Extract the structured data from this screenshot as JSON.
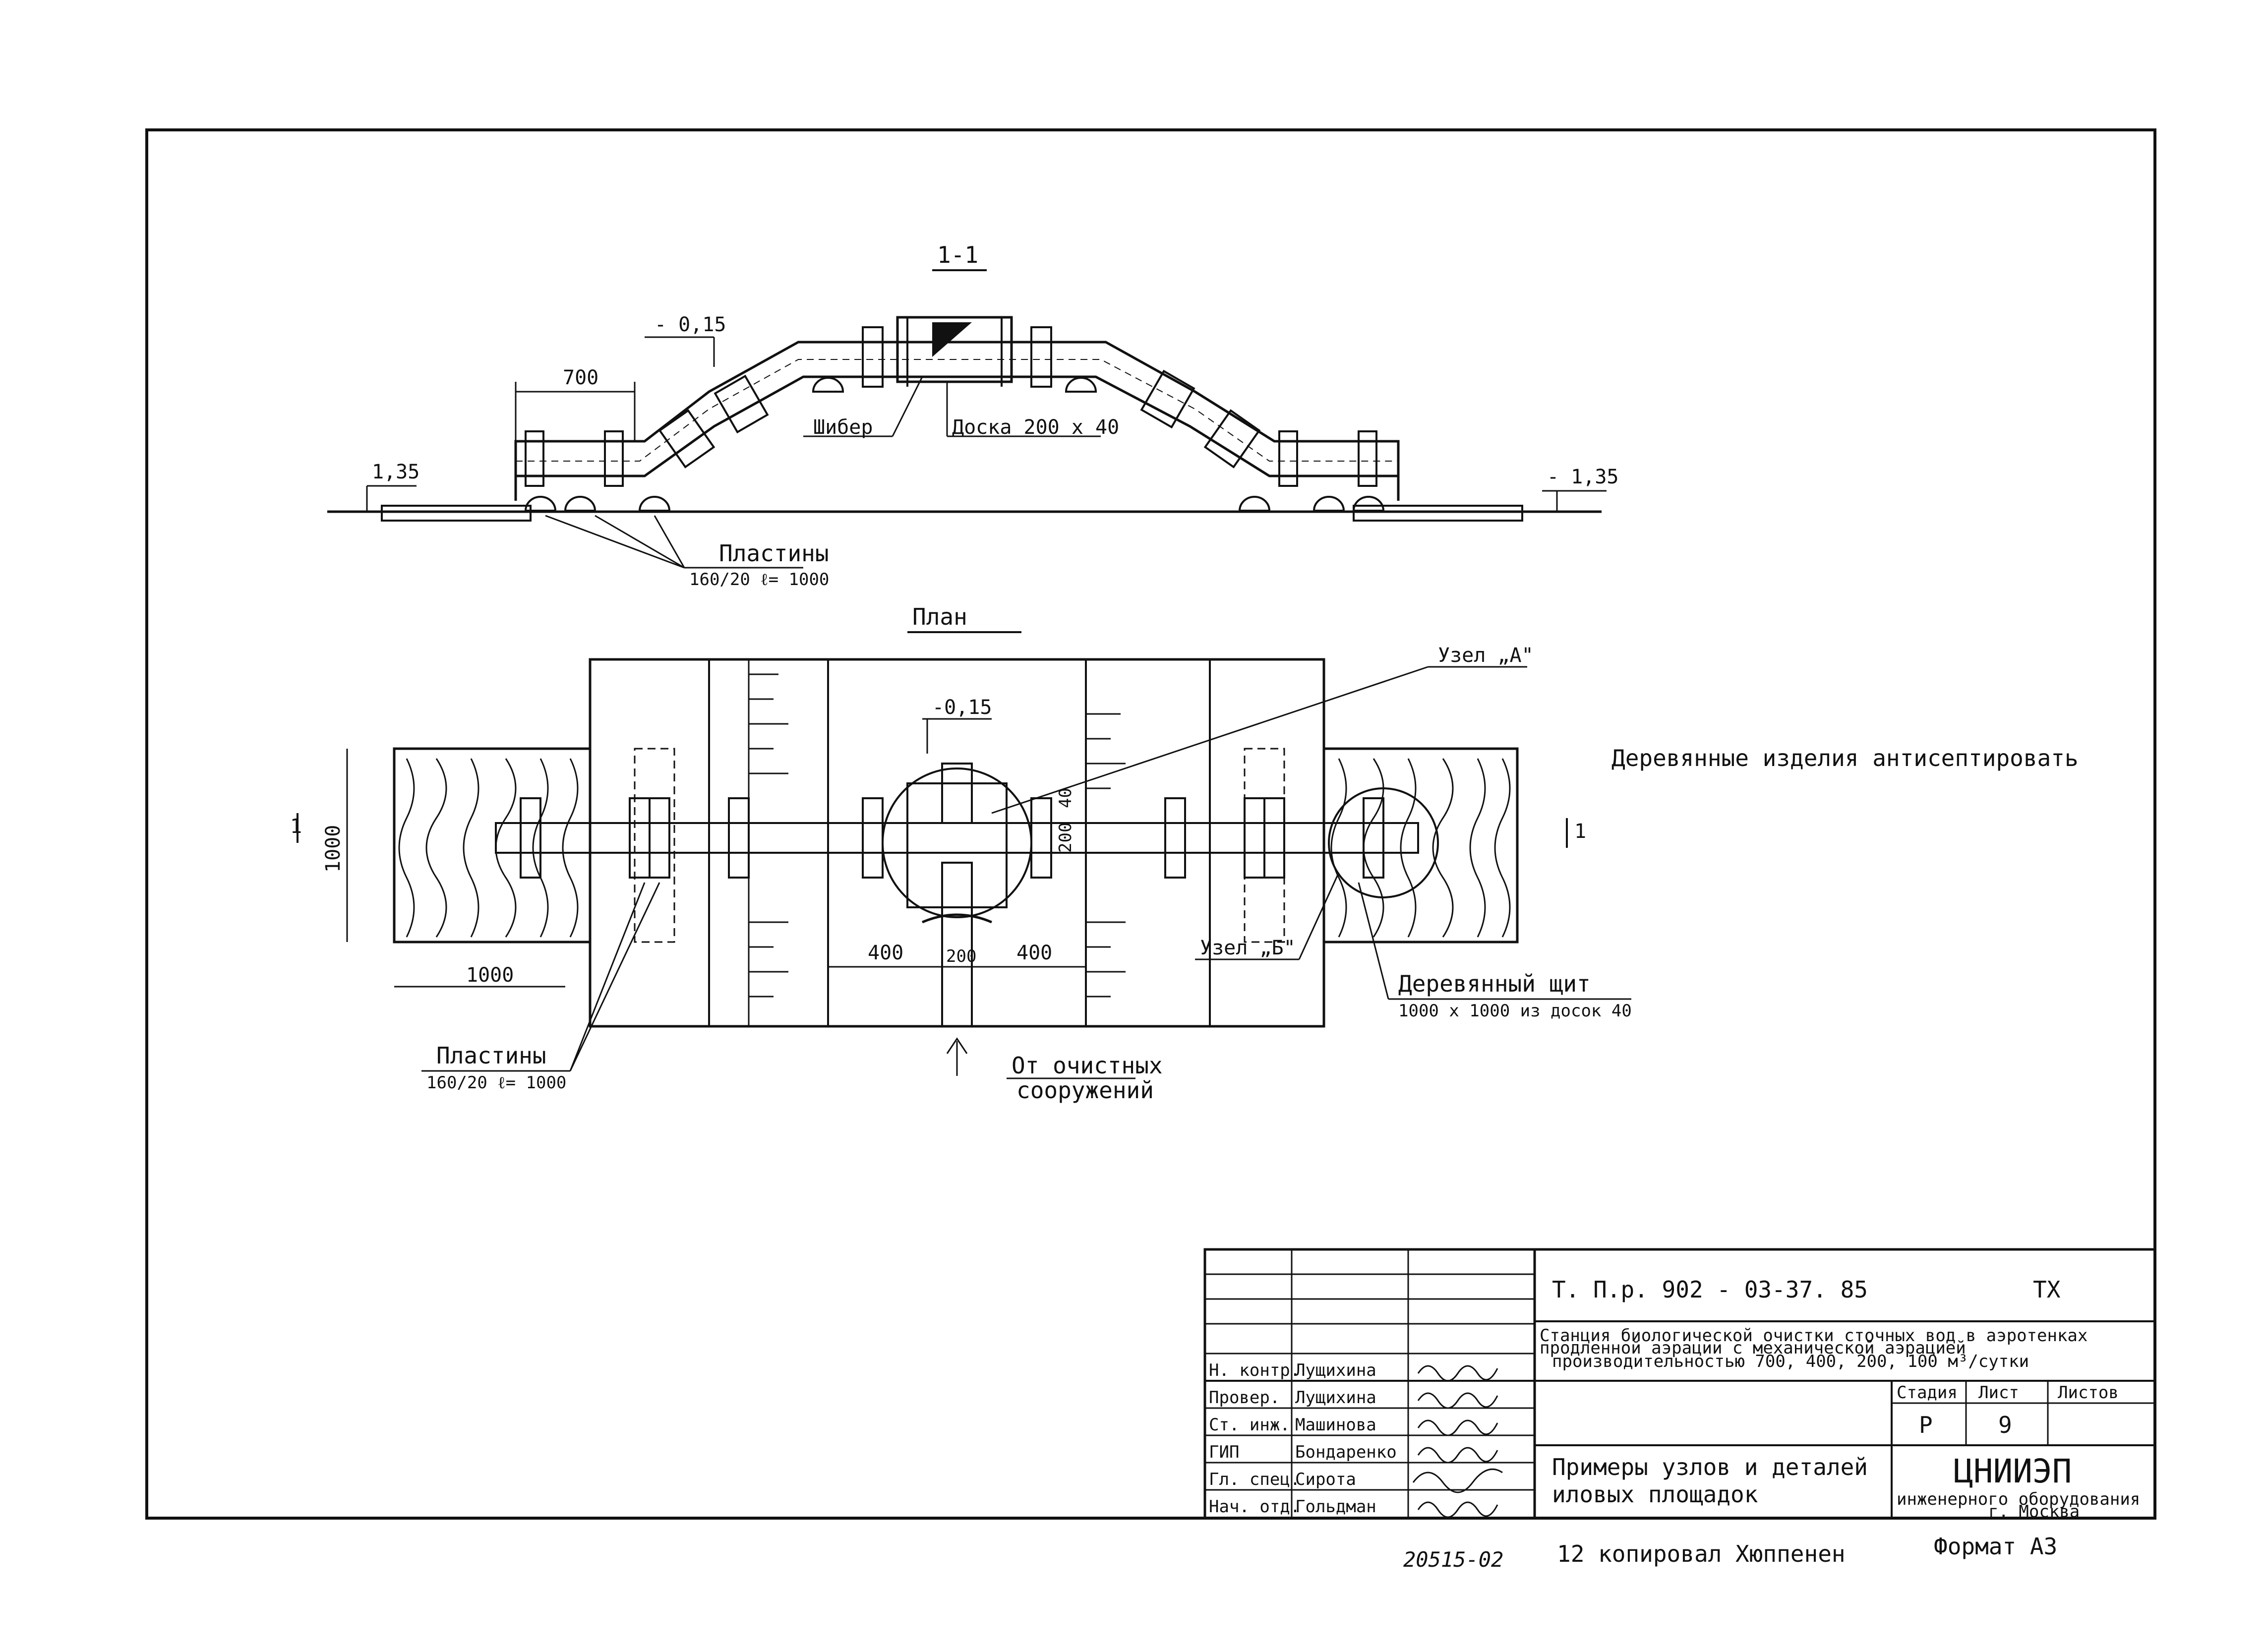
{
  "section": {
    "title": "1-1",
    "level_top": "- 0,15",
    "dim_700": "700",
    "level_left": "1,35",
    "level_right": "- 1,35",
    "shiber": "Шибер",
    "board": "Доска 200 x 40",
    "plates_label": "Пластины",
    "plates_spec": "160/20  ℓ= 1000"
  },
  "plan": {
    "title": "План",
    "level": "-0,15",
    "node_a": "Узел „А\"",
    "node_b": "Узел „Б\"",
    "dim_1000": "1000",
    "dim_1000v": "1000",
    "dim_400_left": "400",
    "dim_400_right": "400",
    "dim_200": "200",
    "dim_200v": "200",
    "dim_40": "40",
    "cut_mark_left": "1",
    "cut_mark_right": "1",
    "wood_shield": "Деревянный щит",
    "wood_shield_spec": "1000 x 1000 из досок 40",
    "plates_label": "Пластины",
    "plates_spec": "160/20  ℓ= 1000",
    "from_label_1": "От очистных",
    "from_label_2": "сооружений"
  },
  "note": "Деревянные изделия антисептировать",
  "title_block": {
    "doc_code": "Т. П.р. 902 - 03-37. 85",
    "mark": "ТХ",
    "description_1": "Станция биологической очистки сточных вод в аэротенках",
    "description_2": "продленной аэрации с механической аэрацией",
    "description_3": "производительностью 700, 400, 200, 100 м³/сутки",
    "col_stage": "Стадия",
    "col_sheet": "Лист",
    "col_sheets": "Листов",
    "stage": "Р",
    "sheet": "9",
    "sheets": "",
    "drawing_title_1": "Примеры узлов и деталей",
    "drawing_title_2": "иловых площадок",
    "org_name": "ЦНИИЭП",
    "org_sub": "инженерного оборудования",
    "org_city": "г. Москва",
    "staff": [
      {
        "role": "Н. контр.",
        "name": "Лущихина"
      },
      {
        "role": "Провер.",
        "name": "Лущихина"
      },
      {
        "role": "Ст. инж.",
        "name": "Машинова"
      },
      {
        "role": "ГИП",
        "name": "Бондаренко"
      },
      {
        "role": "Гл. спец.",
        "name": "Сирота"
      },
      {
        "role": "Нач. отд.",
        "name": "Гольдман"
      }
    ]
  },
  "footer": {
    "inventory": "20515-02",
    "copied": "12 копировал Хюппенен",
    "format": "Формат А3"
  }
}
